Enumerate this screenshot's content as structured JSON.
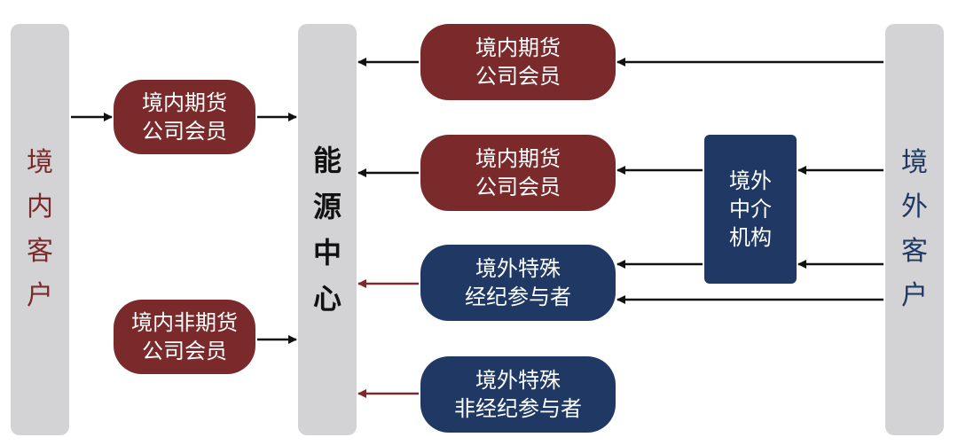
{
  "colors": {
    "bar_gray": "#d3d3d5",
    "domestic_red": "#7b2a2c",
    "overseas_navy": "#1f3864",
    "arrow_black": "#111111",
    "arrow_red": "#7b2a2c"
  },
  "left_bar": {
    "label": "境\n内\n客\n户"
  },
  "center_bar": {
    "label": "能\n源\n中\n心"
  },
  "right_bar": {
    "label": "境\n外\n客\n户"
  },
  "nodes": {
    "domestic_futures_member_left": "境内期货\n公司会员",
    "domestic_non_futures_member": "境内非期货\n公司会员",
    "domestic_futures_member_top": "境内期货\n公司会员",
    "domestic_futures_member_mid": "境内期货\n公司会员",
    "overseas_special_broker": "境外特殊\n经纪参与者",
    "overseas_special_non_broker": "境外特殊\n非经纪参与者",
    "overseas_intermediary": "境外\n中介\n机构"
  }
}
